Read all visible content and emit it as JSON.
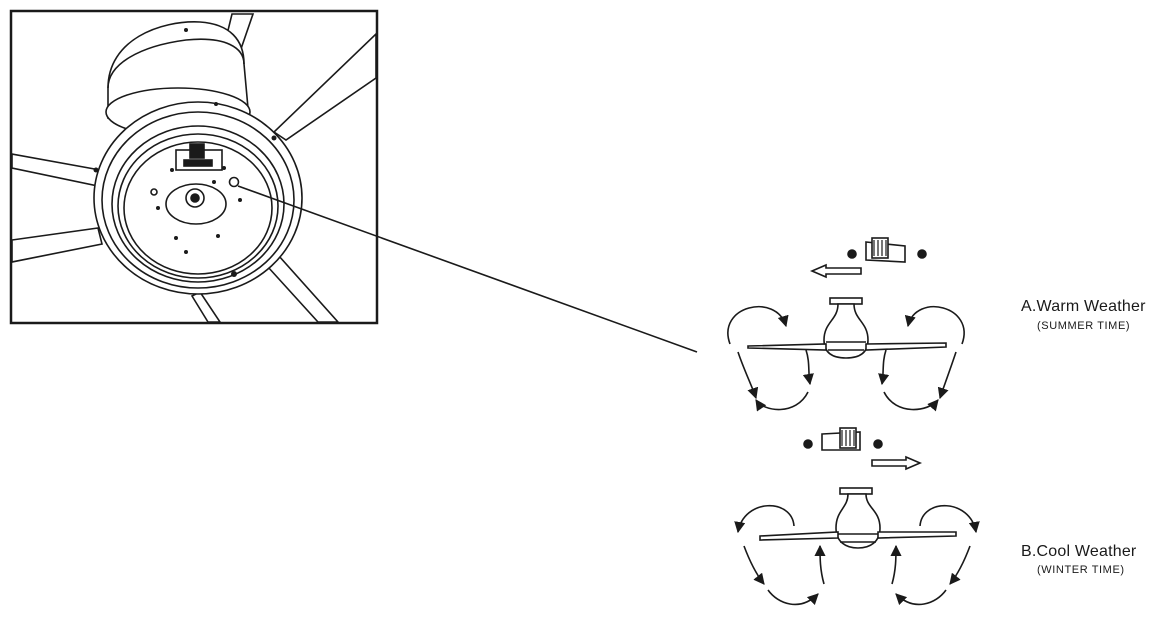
{
  "figure": {
    "inset": {
      "subject": "fan motor housing underside with direction switch"
    },
    "modes": [
      {
        "id": "warm",
        "title": "A.Warm Weather",
        "subtitle": "(SUMMER TIME)",
        "switch_arrow": "left",
        "airflow": "downward"
      },
      {
        "id": "cool",
        "title": "B.Cool Weather",
        "subtitle": "(WINTER TIME)",
        "switch_arrow": "right",
        "airflow": "upward"
      }
    ],
    "colors": {
      "line": "#1a1a1a",
      "background": "#ffffff"
    }
  }
}
